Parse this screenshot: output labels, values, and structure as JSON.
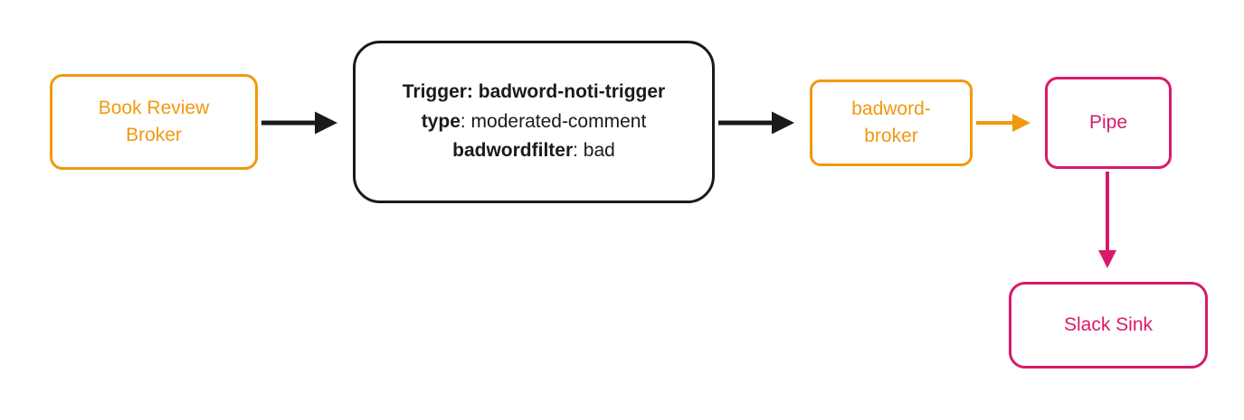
{
  "diagram": {
    "background": "#ffffff",
    "colors": {
      "orange": "#F2980F",
      "black": "#1A1A1A",
      "pink": "#D91A6A"
    },
    "nodes": {
      "book_review_broker": {
        "label": "Book Review Broker"
      },
      "trigger": {
        "lines": [
          {
            "bold": "Trigger: badword-noti-trigger",
            "rest": ""
          },
          {
            "bold": "type",
            "rest": ": moderated-comment"
          },
          {
            "bold": "badwordfilter",
            "rest": ": bad"
          }
        ]
      },
      "badword_broker": {
        "label": "badword-broker"
      },
      "pipe": {
        "label": "Pipe"
      },
      "slack_sink": {
        "label": "Slack Sink"
      }
    },
    "edges": [
      {
        "from": "book_review_broker",
        "to": "trigger",
        "color": "black"
      },
      {
        "from": "trigger",
        "to": "badword_broker",
        "color": "black"
      },
      {
        "from": "badword_broker",
        "to": "pipe",
        "color": "orange"
      },
      {
        "from": "pipe",
        "to": "slack_sink",
        "color": "pink"
      }
    ]
  }
}
